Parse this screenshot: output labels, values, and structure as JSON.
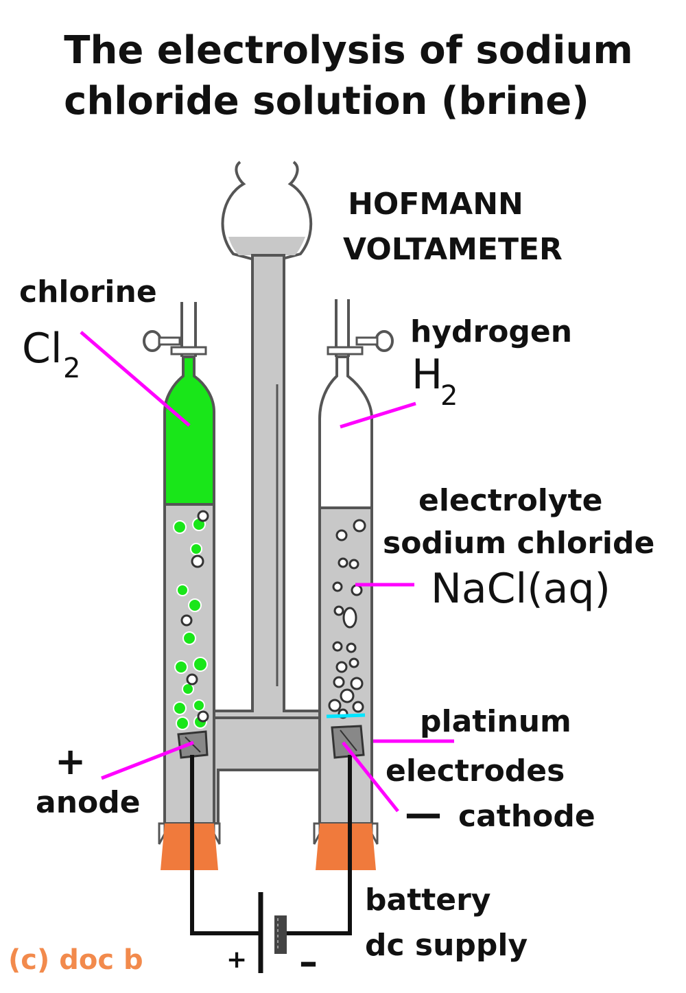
{
  "title": {
    "line1": "The electrolysis of sodium",
    "line2": "chloride solution (brine)"
  },
  "apparatus": {
    "line1": "HOFMANN",
    "line2": "VOLTAMETER"
  },
  "labels": {
    "chlorine": "chlorine",
    "cl_symbol": "Cl",
    "cl_sub": "2",
    "hydrogen": "hydrogen",
    "h_symbol": "H",
    "h_sub": "2",
    "electrolyte": "electrolyte",
    "sodium_chloride": "sodium chloride",
    "nacl": "NaCl(aq)",
    "platinum": "platinum",
    "electrodes": "electrodes",
    "plus": "+",
    "anode": "anode",
    "minus": "—",
    "cathode": "cathode",
    "battery": "battery",
    "dc_supply": "dc supply",
    "battery_plus": "+",
    "battery_minus": "–"
  },
  "copyright": "(c) doc b",
  "colors": {
    "solution": "#c8c8c8",
    "glass_outline": "#555555",
    "chlorine_gas": "#19e619",
    "pointer": "#ff00ff",
    "stopper": "#f07a3c",
    "copyright": "#f28a4c",
    "cathode_highlight": "#00e5ff"
  }
}
